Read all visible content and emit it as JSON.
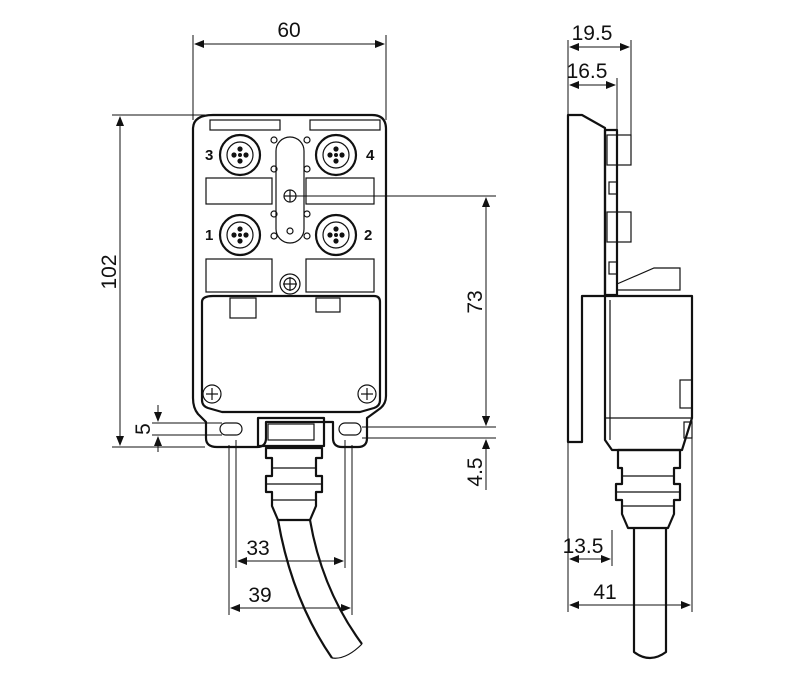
{
  "dimensions": {
    "width_total": "60",
    "depth_top": "19.5",
    "depth_inner": "16.5",
    "height_total": "102",
    "port_pitch": "73",
    "bottom_offset_left": "5",
    "bottom_offset_right": "4.5",
    "mount_hole_spacing": "33",
    "base_width": "39",
    "side_cable_offset": "13.5",
    "side_total": "41"
  },
  "ports": {
    "p1": "1",
    "p2": "2",
    "p3": "3",
    "p4": "4"
  }
}
